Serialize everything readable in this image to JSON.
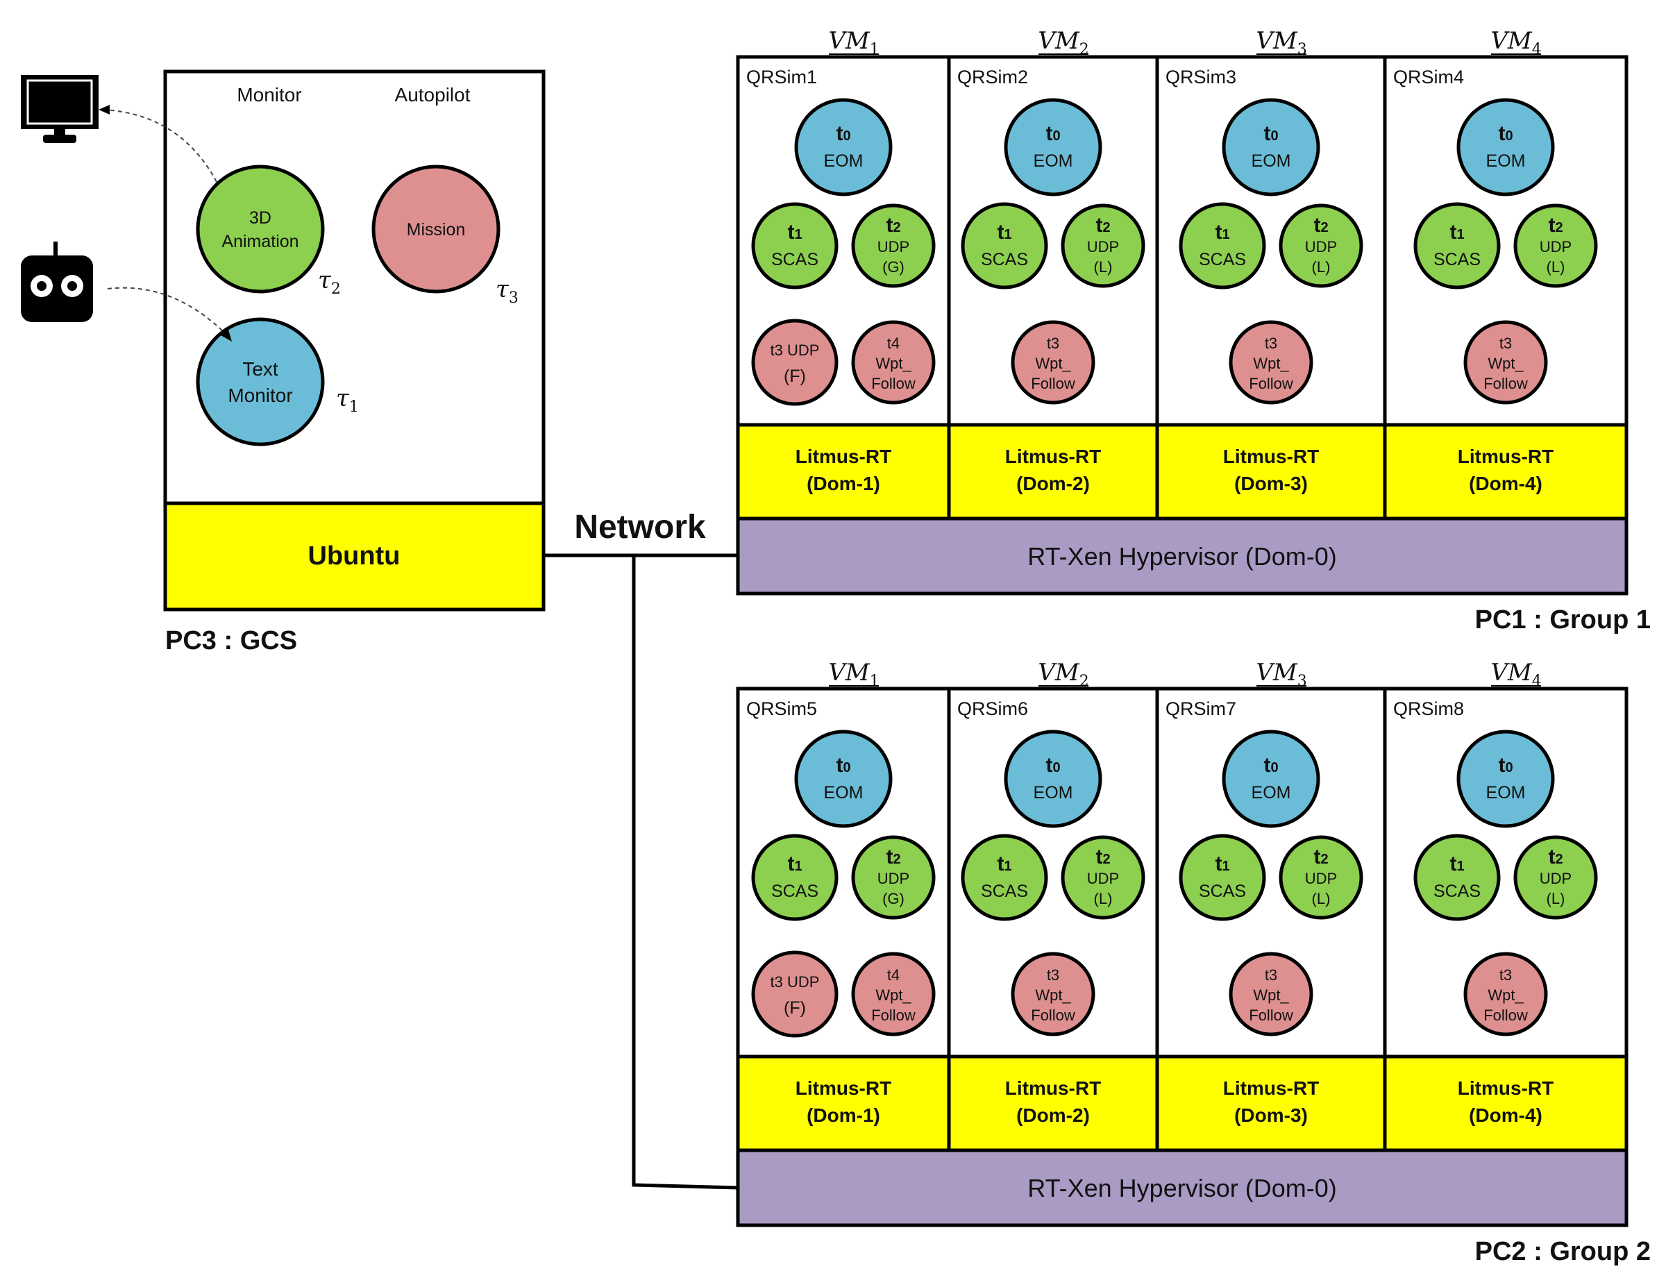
{
  "gcs": {
    "title": "PC3 : GCS",
    "os_label": "Ubuntu",
    "headers": {
      "monitor": "Monitor",
      "autopilot": "Autopilot"
    },
    "tasks": [
      {
        "id": "tau2",
        "lines": [
          "3D",
          "Animation"
        ],
        "color": "green",
        "symbol": "τ",
        "sub": "2"
      },
      {
        "id": "tau3",
        "lines": [
          "Mission"
        ],
        "color": "red",
        "symbol": "τ",
        "sub": "3"
      },
      {
        "id": "tau1",
        "lines": [
          "Text",
          "Monitor"
        ],
        "color": "blue",
        "symbol": "τ",
        "sub": "1"
      }
    ],
    "devices": [
      {
        "icon": "monitor-icon"
      },
      {
        "icon": "remote-controller-icon"
      }
    ]
  },
  "network_label": "Network",
  "groups": [
    {
      "label": "PC1 : Group 1",
      "hypervisor": "RT-Xen Hypervisor (Dom-0)",
      "vms": [
        {
          "vm": "VM",
          "vm_sub": "1",
          "sim": "QRSim1",
          "domain": [
            "Litmus-RT",
            "(Dom-1)"
          ],
          "type": "first"
        },
        {
          "vm": "VM",
          "vm_sub": "2",
          "sim": "QRSim2",
          "domain": [
            "Litmus-RT",
            "(Dom-2)"
          ],
          "type": "other"
        },
        {
          "vm": "VM",
          "vm_sub": "3",
          "sim": "QRSim3",
          "domain": [
            "Litmus-RT",
            "(Dom-3)"
          ],
          "type": "other"
        },
        {
          "vm": "VM",
          "vm_sub": "4",
          "sim": "QRSim4",
          "domain": [
            "Litmus-RT",
            "(Dom-4)"
          ],
          "type": "other"
        }
      ]
    },
    {
      "label": "PC2 : Group 2",
      "hypervisor": "RT-Xen Hypervisor (Dom-0)",
      "vms": [
        {
          "vm": "VM",
          "vm_sub": "1",
          "sim": "QRSim5",
          "domain": [
            "Litmus-RT",
            "(Dom-1)"
          ],
          "type": "first"
        },
        {
          "vm": "VM",
          "vm_sub": "2",
          "sim": "QRSim6",
          "domain": [
            "Litmus-RT",
            "(Dom-2)"
          ],
          "type": "other"
        },
        {
          "vm": "VM",
          "vm_sub": "3",
          "sim": "QRSim7",
          "domain": [
            "Litmus-RT",
            "(Dom-3)"
          ],
          "type": "other"
        },
        {
          "vm": "VM",
          "vm_sub": "4",
          "sim": "QRSim8",
          "domain": [
            "Litmus-RT",
            "(Dom-4)"
          ],
          "type": "other"
        }
      ]
    }
  ],
  "task_sets": {
    "first": [
      {
        "lines": [
          [
            "t",
            "0"
          ],
          "EOM"
        ],
        "color": "blue"
      },
      {
        "lines": [
          [
            "t",
            "1"
          ],
          "SCAS"
        ],
        "color": "green"
      },
      {
        "lines": [
          [
            "t",
            "2"
          ],
          "UDP",
          "(G)"
        ],
        "color": "green"
      },
      {
        "lines": [
          "t3 UDP",
          "(F)"
        ],
        "color": "red"
      },
      {
        "lines": [
          "t4",
          "Wpt_",
          "Follow"
        ],
        "color": "red"
      }
    ],
    "other": [
      {
        "lines": [
          [
            "t",
            "0"
          ],
          "EOM"
        ],
        "color": "blue"
      },
      {
        "lines": [
          [
            "t",
            "1"
          ],
          "SCAS"
        ],
        "color": "green"
      },
      {
        "lines": [
          [
            "t",
            "2"
          ],
          "UDP",
          "(L)"
        ],
        "color": "green"
      },
      {
        "lines": [
          "t3",
          "Wpt_",
          "Follow"
        ],
        "color": "red"
      }
    ]
  },
  "colors": {
    "blue": "#6BBCD6",
    "green": "#8DCF4F",
    "red": "#DE9090",
    "yellow": "#FFFF00",
    "purple": "#A99BC4",
    "line": "#000000"
  }
}
